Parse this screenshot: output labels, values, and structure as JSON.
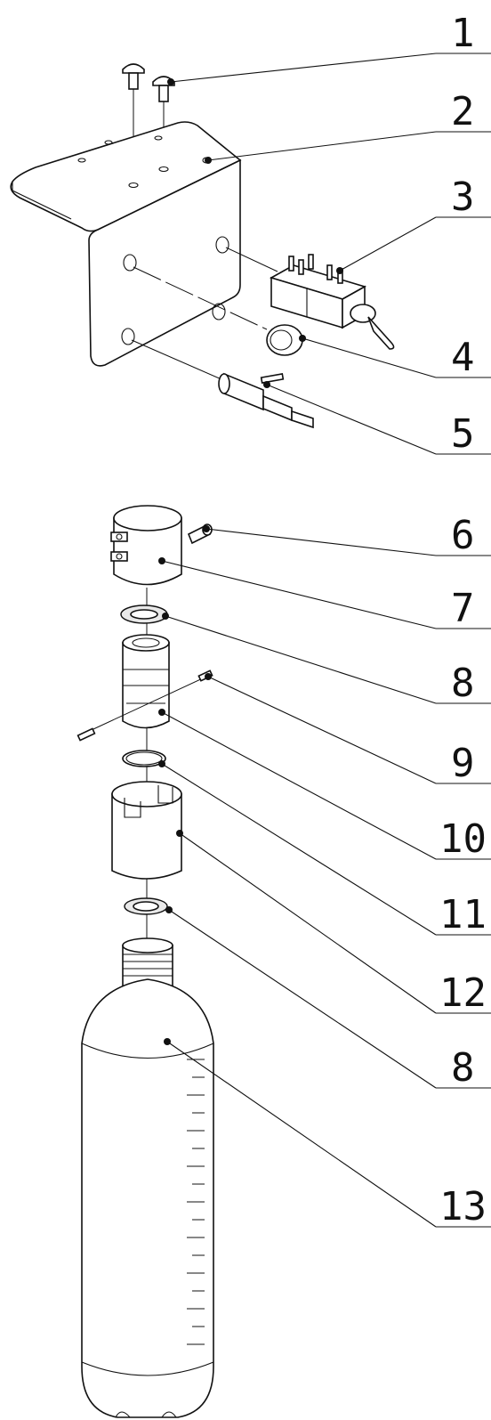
{
  "diagram": {
    "callouts": [
      {
        "id": "c1",
        "label": "1"
      },
      {
        "id": "c2",
        "label": "2"
      },
      {
        "id": "c3",
        "label": "3"
      },
      {
        "id": "c4",
        "label": "4"
      },
      {
        "id": "c5",
        "label": "5"
      },
      {
        "id": "c6",
        "label": "6"
      },
      {
        "id": "c7",
        "label": "7"
      },
      {
        "id": "c8a",
        "label": "8"
      },
      {
        "id": "c9",
        "label": "9"
      },
      {
        "id": "c10",
        "label": "10"
      },
      {
        "id": "c11",
        "label": "11"
      },
      {
        "id": "c12",
        "label": "12"
      },
      {
        "id": "c8b",
        "label": "8"
      },
      {
        "id": "c13",
        "label": "13"
      }
    ]
  }
}
